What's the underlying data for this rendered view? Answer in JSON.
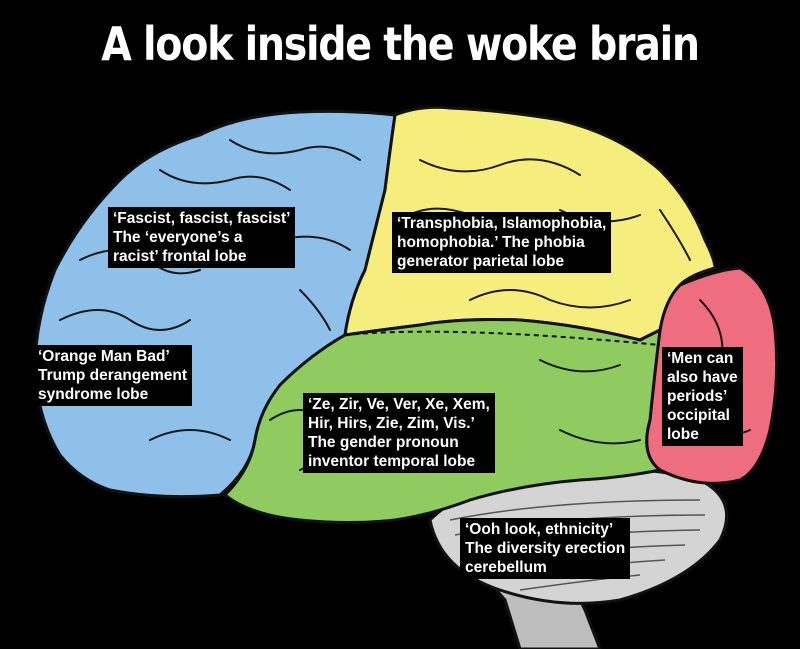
{
  "title": "A look inside the woke brain",
  "colors": {
    "background": "#000000",
    "frontal": "#8fc0e9",
    "parietal": "#f6ee7c",
    "temporal": "#8fcb5f",
    "occipital": "#ee6d7e",
    "cerebellum": "#d4d4d4",
    "stem": "#bdbdbd"
  },
  "labels": {
    "frontal_top": [
      "‘Fascist, fascist, fascist’",
      "The ‘everyone’s a",
      "racist’ frontal lobe"
    ],
    "frontal_bottom": [
      "‘Orange Man Bad’",
      "Trump derangement",
      "syndrome lobe"
    ],
    "parietal": [
      "‘Transphobia, Islamophobia,",
      "homophobia.’ The phobia",
      "generator parietal lobe"
    ],
    "temporal": [
      "‘Ze, Zir, Ve, Ver, Xe, Xem,",
      "Hir, Hirs, Zie, Zim, Vis.’",
      "The gender pronoun",
      "inventor temporal lobe"
    ],
    "occipital": [
      "‘Men can",
      "also have",
      "periods’",
      "occipital",
      "lobe"
    ],
    "cerebellum": [
      "‘Ooh look, ethnicity’",
      "The diversity erection",
      "cerebellum"
    ]
  }
}
